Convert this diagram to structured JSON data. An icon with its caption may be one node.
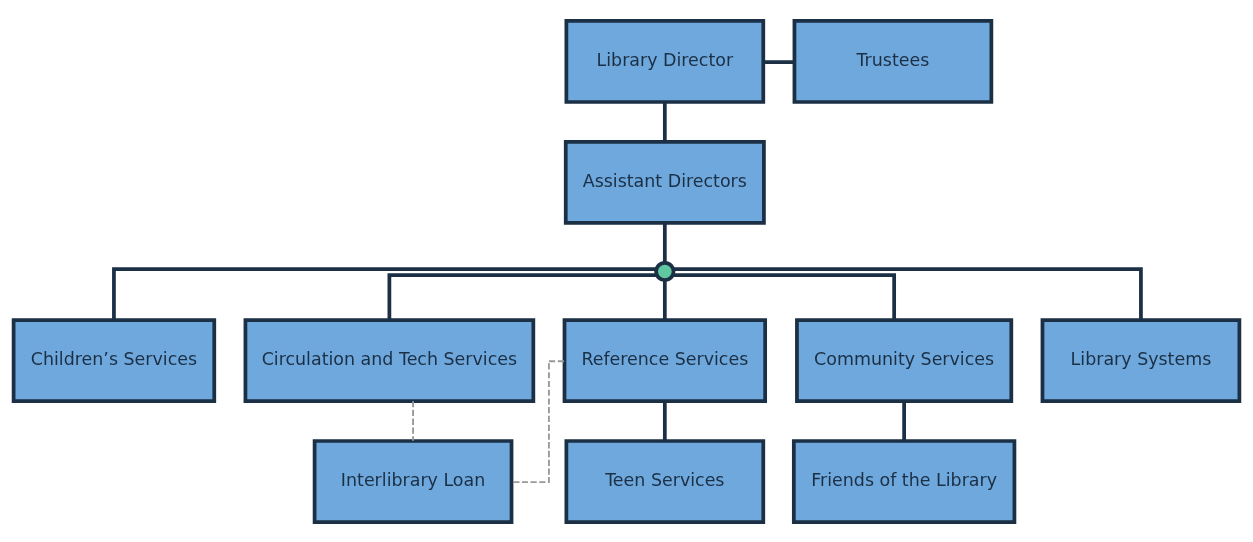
{
  "diagram": {
    "nodes": [
      {
        "text": [
          "Library Director"
        ]
      },
      {
        "text": [
          "Trustees"
        ]
      },
      {
        "text": [
          "Assistant Directors"
        ]
      },
      {
        "text": [],
        "shape": "circle"
      },
      {
        "text": [
          "Children’s Services"
        ]
      },
      {
        "text": [
          "Circulation and Tech Services"
        ]
      },
      {
        "text": [
          "Reference Services"
        ]
      },
      {
        "text": [
          "Community Services"
        ]
      },
      {
        "text": [
          "Library Systems"
        ]
      },
      {
        "text": [
          "Interlibrary Loan"
        ]
      },
      {
        "text": [
          "Teen Services"
        ]
      },
      {
        "text": [
          "Friends of the Library"
        ]
      }
    ],
    "edges": [
      {
        "from": 0,
        "to": 1,
        "arrow": "none"
      },
      {
        "from": 0,
        "to": 2,
        "arrow": "none"
      },
      {
        "from": 2,
        "to": 3,
        "arrow": "none"
      },
      {
        "from": 3,
        "to": 4,
        "arrow": "none"
      },
      {
        "from": 3,
        "to": 5,
        "arrow": "none"
      },
      {
        "from": 3,
        "to": 6,
        "arrow": "none"
      },
      {
        "from": 3,
        "to": 7,
        "arrow": "none"
      },
      {
        "from": 3,
        "to": 8,
        "arrow": "none"
      },
      {
        "from": 5,
        "to": 9,
        "arrow": "none",
        "style": "dashed",
        "color": "#999999"
      },
      {
        "from": 6,
        "to": 9,
        "arrow": "none",
        "style": "dashed",
        "color": "#999999"
      },
      {
        "from": 6,
        "to": 10,
        "arrow": "none"
      },
      {
        "from": 7,
        "to": 11,
        "arrow": "none"
      }
    ]
  }
}
